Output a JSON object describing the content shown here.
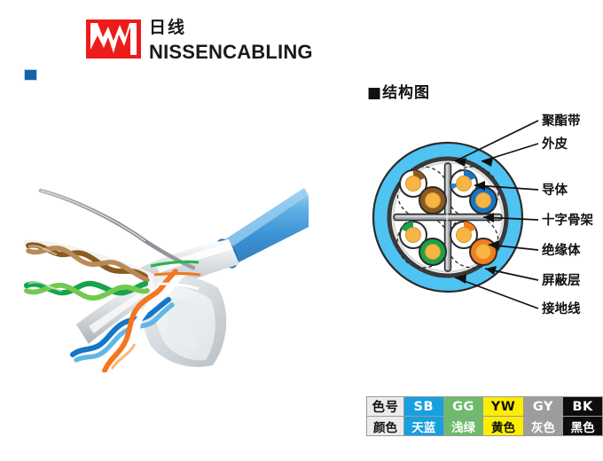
{
  "brand": {
    "logo_icon": "nissen-zigzag-logo",
    "name_cn": "日线",
    "name_en": "NISSENCABLING"
  },
  "bullet": {
    "icon": "blue-square-bullet"
  },
  "photo": {
    "alt": "cat6-ftp-lan-cable-cutaway-photo",
    "jacket_color": "#4ea3dd",
    "shield_color": "#c9cdd1",
    "pairs": [
      "brown",
      "green",
      "blue",
      "orange"
    ],
    "drain_wire": "tinned-copper-drain-wire"
  },
  "section": {
    "bullet": "■",
    "title": "结构图"
  },
  "diagram": {
    "name": "cable-cross-section",
    "colors": {
      "jacket": "#4fc3f2",
      "shield": "#3a3a3a",
      "insulation_white": "#ffffff",
      "copper": "#f6b545",
      "spline": "#8a8f94",
      "brown": "#8a5a20",
      "blue": "#1476c6",
      "green": "#16a44a",
      "orange": "#f47c20"
    },
    "pairs": [
      {
        "position": "top-left",
        "color_name": "brown",
        "hex": "#8a5a20"
      },
      {
        "position": "top-right",
        "color_name": "blue",
        "hex": "#1476c6"
      },
      {
        "position": "bottom-left",
        "color_name": "green",
        "hex": "#16a44a"
      },
      {
        "position": "bottom-right",
        "color_name": "orange",
        "hex": "#f47c20"
      }
    ],
    "labels": [
      {
        "id": "mylar-tape",
        "text": "聚酯带"
      },
      {
        "id": "jacket",
        "text": "外皮"
      },
      {
        "id": "conductor",
        "text": "导体"
      },
      {
        "id": "cross-filler",
        "text": "十字骨架"
      },
      {
        "id": "insulation",
        "text": "绝缘体"
      },
      {
        "id": "shield",
        "text": "屏蔽层"
      },
      {
        "id": "ground-wire",
        "text": "接地线"
      }
    ]
  },
  "color_table": {
    "rows": [
      {
        "header": "色号",
        "cells": [
          "SB",
          "GG",
          "YW",
          "GY",
          "BK"
        ]
      },
      {
        "header": "颜色",
        "cells": [
          "天蓝",
          "浅绿",
          "黄色",
          "灰色",
          "黑色"
        ]
      }
    ],
    "swatches": [
      {
        "code": "SB",
        "name": "天蓝",
        "bg": "#17a0e0",
        "fg": "#ffffff"
      },
      {
        "code": "GG",
        "name": "浅绿",
        "bg": "#6dbb6b",
        "fg": "#ffffff"
      },
      {
        "code": "YW",
        "name": "黄色",
        "bg": "#fcee00",
        "fg": "#111111"
      },
      {
        "code": "GY",
        "name": "灰色",
        "bg": "#9d9d9d",
        "fg": "#ffffff"
      },
      {
        "code": "BK",
        "name": "黑色",
        "bg": "#0d0d0d",
        "fg": "#ffffff"
      }
    ]
  }
}
